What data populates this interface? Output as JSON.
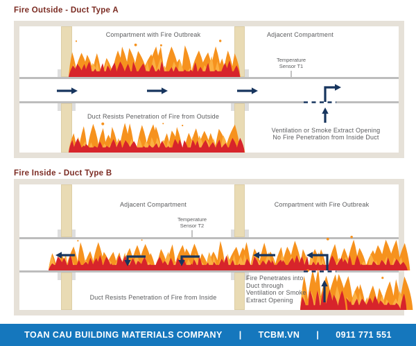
{
  "colors": {
    "title": "#7B2B22",
    "label": "#595A5C",
    "navy": "#17355E",
    "flame_orange": "#F6921E",
    "flame_light": "#FBB042",
    "flame_red": "#D7242B",
    "slab_gray": "#BDBDBD",
    "beam_tan": "#E9DBB4",
    "frame_beige": "#E6E1D8",
    "footer_blue": "#1577BD",
    "sensor_tick_gray": "#9A9A9A"
  },
  "section_a": {
    "title": "Fire Outside - Duct Type A",
    "labels": {
      "fire_compartment": "Compartment with Fire Outbreak",
      "adjacent_compartment": "Adjacent Compartment",
      "sensor_line1": "Temperature",
      "sensor_line2": "Sensor T1",
      "duct_resists": "Duct Resists Penetration of Fire from Outside",
      "vent_line1": "Ventilation or Smoke Extract Opening",
      "vent_line2": "No Fire Penetration from Inside Duct"
    }
  },
  "section_b": {
    "title": "Fire Inside - Duct Type B",
    "labels": {
      "adjacent_compartment": "Adjacent Compartment",
      "fire_compartment": "Compartment with Fire Outbreak",
      "sensor_line1": "Temperature",
      "sensor_line2": "Sensor T2",
      "duct_resists": "Duct Resists Penetration of Fire from Inside",
      "penetrates": "Fire Penetrates into Duct through Ventilation or Smoke Extract Opening"
    }
  },
  "footer": {
    "company": "TOAN CAU BUILDING MATERIALS COMPANY",
    "separator1": "|",
    "website": "TCBM.VN",
    "separator2": "|",
    "phone": "0911 771 551"
  }
}
